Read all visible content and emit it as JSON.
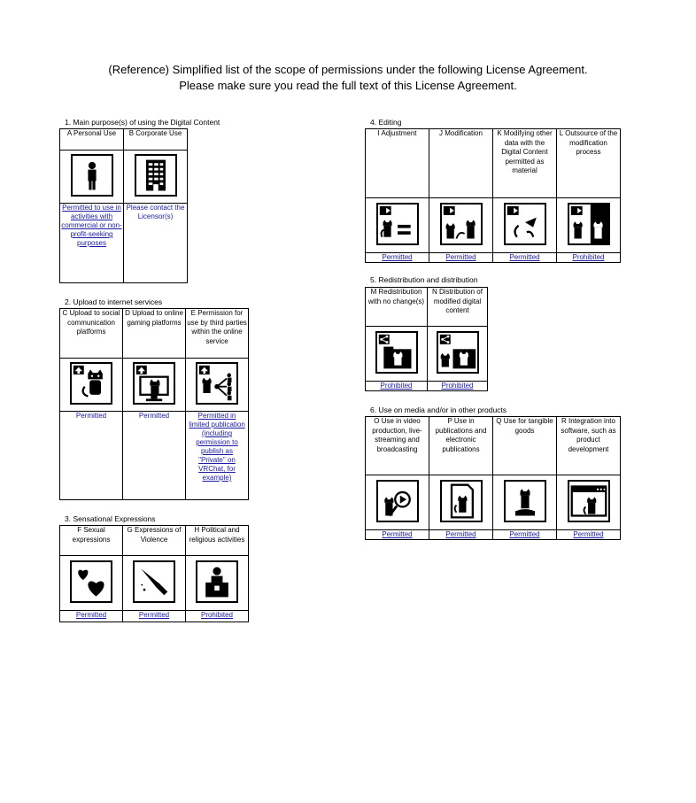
{
  "header": {
    "line1": "(Reference) Simplified list of the scope of permissions under the following License Agreement.",
    "line2": "Please make sure you read the full text of this License Agreement."
  },
  "sections": {
    "s1": {
      "title": "1. Main purpose(s) of using the Digital Content",
      "items": [
        {
          "label": "A Personal Use",
          "icon": "person-icon",
          "status": "Permitted to use in activities with commercial or non-profit-seeking purposes"
        },
        {
          "label": "B Corporate Use",
          "icon": "building-icon",
          "status": "Please contact the Licensor(s)"
        }
      ]
    },
    "s2": {
      "title": "2. Upload to internet services",
      "items": [
        {
          "label": "C Upload to social communication platforms",
          "icon": "upload-phone-icon",
          "status": "Permitted"
        },
        {
          "label": "D Upload to online gaming platforms",
          "icon": "upload-monitor-icon",
          "status": "Permitted"
        },
        {
          "label": "E Permission for use by third parties within the online service",
          "icon": "share-users-icon",
          "status": "Permitted in limited publication (including permission to publish as \"Private\" on VRChat, for example)"
        }
      ]
    },
    "s3": {
      "title": "3. Sensational Expressions",
      "items": [
        {
          "label": "F Sexual expressions",
          "icon": "hearts-icon",
          "status": "Permitted"
        },
        {
          "label": "G Expressions of Violence",
          "icon": "knife-icon",
          "status": "Permitted"
        },
        {
          "label": "H Political and religious activities",
          "icon": "podium-icon",
          "status": "Prohibited"
        }
      ]
    },
    "s4": {
      "title": "4. Editing",
      "items": [
        {
          "label": "I Adjustment",
          "icon": "adjust-icon",
          "status": "Permitted"
        },
        {
          "label": "J Modification",
          "icon": "modify-icon",
          "status": "Permitted"
        },
        {
          "label": "K Modifying other data with the Digital Content permitted as material",
          "icon": "material-icon",
          "status": "Permitted"
        },
        {
          "label": "L Outsource of the modification process",
          "icon": "outsource-icon",
          "status": "Prohibited"
        }
      ]
    },
    "s5": {
      "title": "5. Redistribution and distribution",
      "items": [
        {
          "label": "M Redistribution with no change(s)",
          "icon": "redistribute-icon",
          "status": "Prohibited"
        },
        {
          "label": "N Distribution of modified digital content",
          "icon": "distribute-modified-icon",
          "status": "Prohibited"
        }
      ]
    },
    "s6": {
      "title": "6. Use on media and/or in other products",
      "items": [
        {
          "label": "O Use in video production, live-streaming and broadcasting",
          "icon": "video-icon",
          "status": "Permitted"
        },
        {
          "label": "P Use in publications and electronic publications",
          "icon": "publication-icon",
          "status": "Permitted"
        },
        {
          "label": "Q Use for tangible goods",
          "icon": "figure-icon",
          "status": "Permitted"
        },
        {
          "label": "R Integration into software, such as product development",
          "icon": "software-icon",
          "status": "Permitted"
        }
      ]
    }
  }
}
